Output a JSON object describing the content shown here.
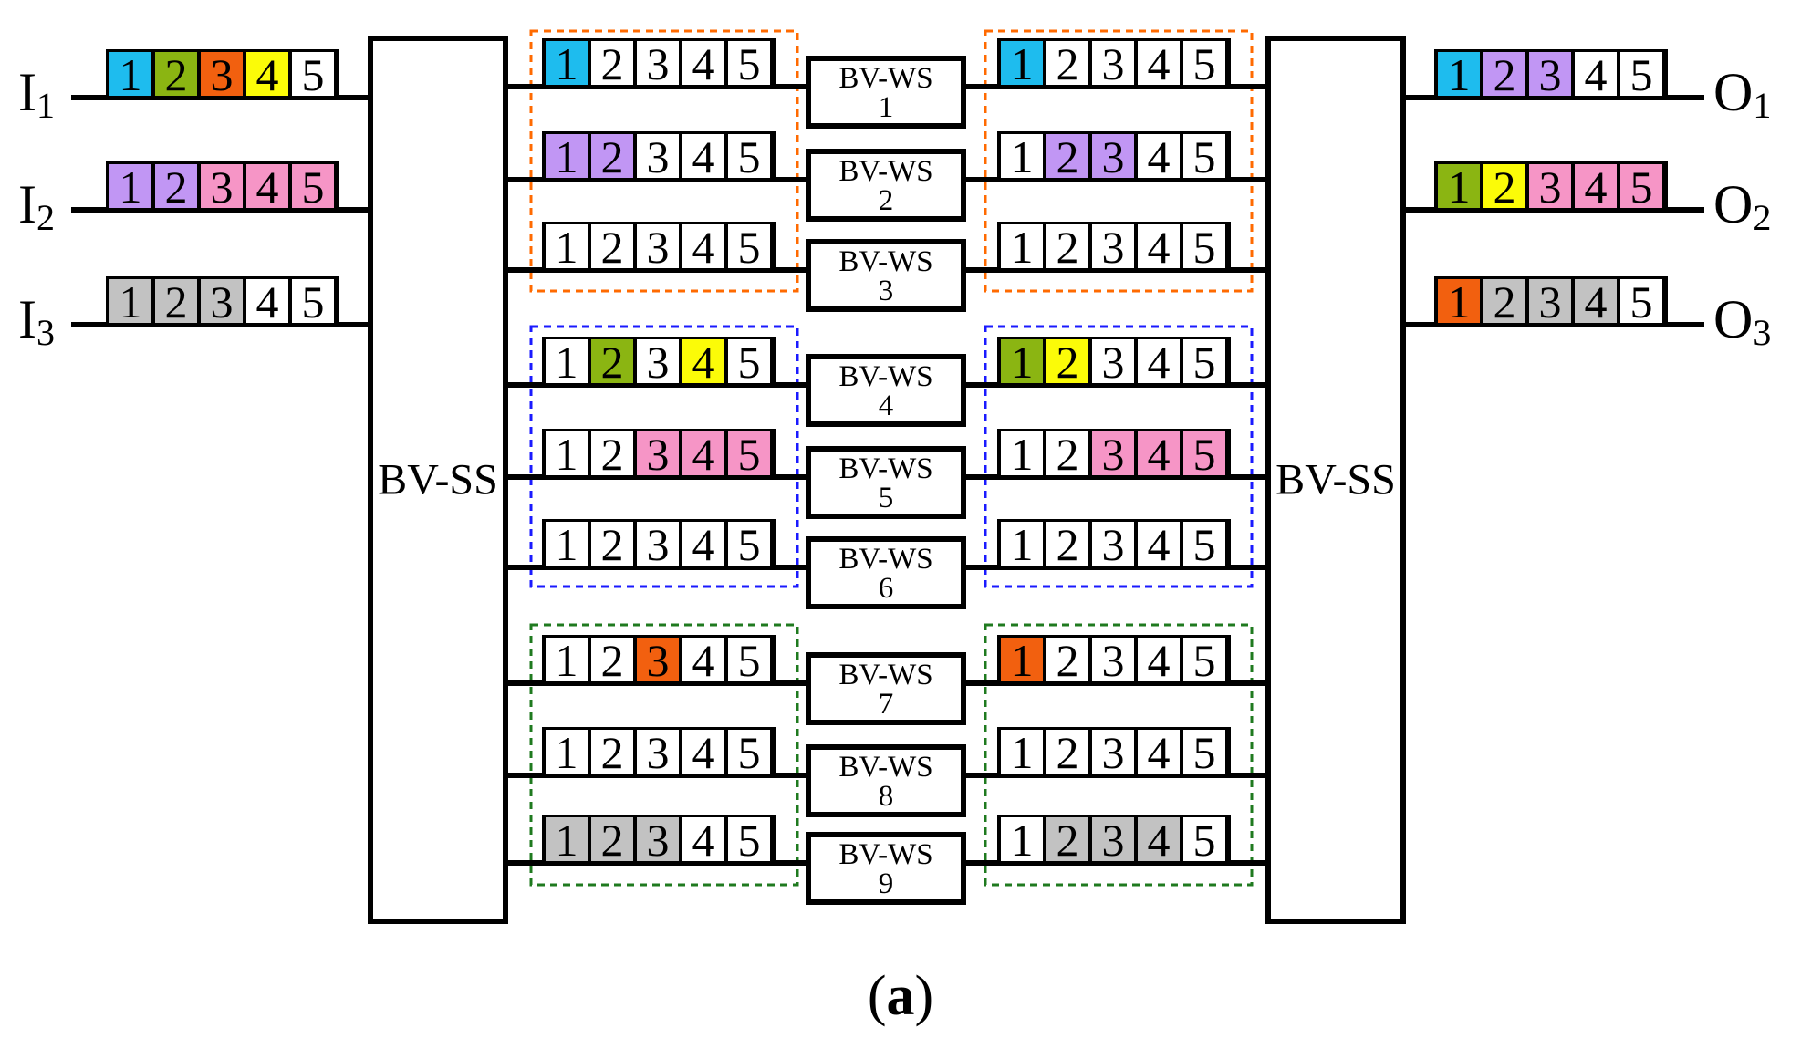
{
  "colors": {
    "cyan": "#1ebcee",
    "green": "#8bb512",
    "orange": "#f2600f",
    "yellow": "#fbfb08",
    "purple": "#c196f4",
    "pink": "#f695c6",
    "gray": "#c2c2c2",
    "white": "#ffffff",
    "group_orange": "#ff6a00",
    "group_blue": "#1a1aff",
    "group_green": "#1f7a1f"
  },
  "slot_labels": [
    "1",
    "2",
    "3",
    "4",
    "5"
  ],
  "inputs": [
    {
      "letter": "I",
      "sub": "1",
      "slots": [
        "cyan",
        "green",
        "orange",
        "yellow",
        "white"
      ]
    },
    {
      "letter": "I",
      "sub": "2",
      "slots": [
        "purple",
        "purple",
        "pink",
        "pink",
        "pink"
      ]
    },
    {
      "letter": "I",
      "sub": "3",
      "slots": [
        "gray",
        "gray",
        "gray",
        "white",
        "white"
      ]
    }
  ],
  "outputs": [
    {
      "letter": "O",
      "sub": "1",
      "slots": [
        "cyan",
        "purple",
        "purple",
        "white",
        "white"
      ]
    },
    {
      "letter": "O",
      "sub": "2",
      "slots": [
        "green",
        "yellow",
        "pink",
        "pink",
        "pink"
      ]
    },
    {
      "letter": "O",
      "sub": "3",
      "slots": [
        "orange",
        "gray",
        "gray",
        "gray",
        "white"
      ]
    }
  ],
  "switch_left": "BV-SS",
  "switch_right": "BV-SS",
  "ws_label": "BV-WS",
  "ws_numbers": [
    "1",
    "2",
    "3",
    "4",
    "5",
    "6",
    "7",
    "8",
    "9"
  ],
  "left_links": [
    [
      "cyan",
      "white",
      "white",
      "white",
      "white"
    ],
    [
      "purple",
      "purple",
      "white",
      "white",
      "white"
    ],
    [
      "white",
      "white",
      "white",
      "white",
      "white"
    ],
    [
      "white",
      "green",
      "white",
      "yellow",
      "white"
    ],
    [
      "white",
      "white",
      "pink",
      "pink",
      "pink"
    ],
    [
      "white",
      "white",
      "white",
      "white",
      "white"
    ],
    [
      "white",
      "white",
      "orange",
      "white",
      "white"
    ],
    [
      "white",
      "white",
      "white",
      "white",
      "white"
    ],
    [
      "gray",
      "gray",
      "gray",
      "white",
      "white"
    ]
  ],
  "right_links": [
    [
      "cyan",
      "white",
      "white",
      "white",
      "white"
    ],
    [
      "white",
      "purple",
      "purple",
      "white",
      "white"
    ],
    [
      "white",
      "white",
      "white",
      "white",
      "white"
    ],
    [
      "green",
      "yellow",
      "white",
      "white",
      "white"
    ],
    [
      "white",
      "white",
      "pink",
      "pink",
      "pink"
    ],
    [
      "white",
      "white",
      "white",
      "white",
      "white"
    ],
    [
      "orange",
      "white",
      "white",
      "white",
      "white"
    ],
    [
      "white",
      "white",
      "white",
      "white",
      "white"
    ],
    [
      "white",
      "gray",
      "gray",
      "gray",
      "white"
    ]
  ],
  "groups": [
    "group_orange",
    "group_blue",
    "group_green"
  ],
  "caption": {
    "open": "(",
    "letter": "a",
    "close": ")"
  }
}
